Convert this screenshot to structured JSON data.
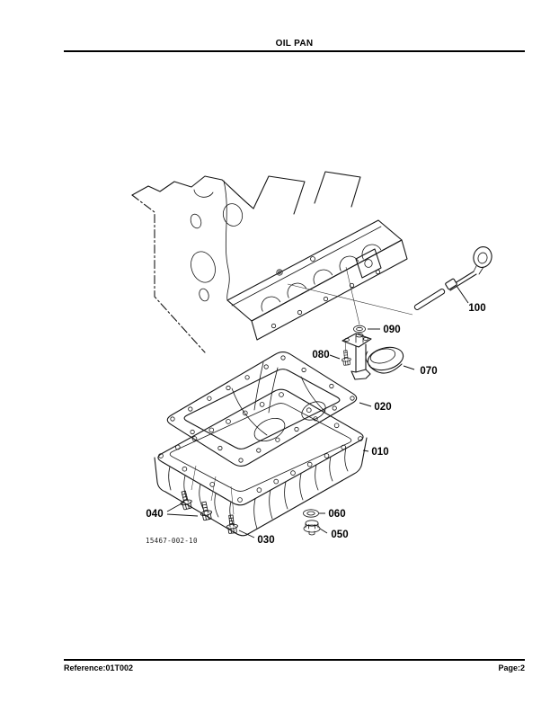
{
  "header": {
    "title": "OIL PAN"
  },
  "footer": {
    "reference": "Reference:01T002",
    "page_label": "Page:2"
  },
  "diagram": {
    "figure_code": "15467-002-10",
    "ink_color": "#151515",
    "paper_color": "#ffffff",
    "callouts": [
      {
        "label": "100"
      },
      {
        "label": "090"
      },
      {
        "label": "080"
      },
      {
        "label": "070"
      },
      {
        "label": "020"
      },
      {
        "label": "010"
      },
      {
        "label": "040"
      },
      {
        "label": "030"
      },
      {
        "label": "060"
      },
      {
        "label": "050"
      }
    ]
  }
}
